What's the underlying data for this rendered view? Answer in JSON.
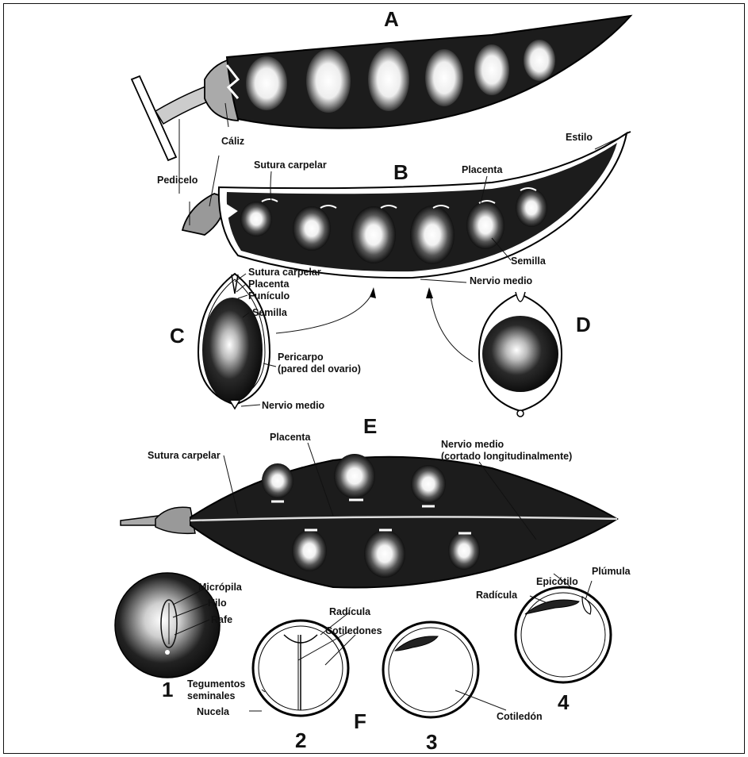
{
  "panels": {
    "A": "A",
    "B": "B",
    "C": "C",
    "D": "D",
    "E": "E",
    "F": "F",
    "n1": "1",
    "n2": "2",
    "n3": "3",
    "n4": "4"
  },
  "labels": {
    "caliz": "Cáliz",
    "pedicelo": "Pedicelo",
    "estilo": "Estilo",
    "sutura_b": "Sutura carpelar",
    "placenta_b": "Placenta",
    "semilla_b": "Semilla",
    "nervio_b": "Nervio medio",
    "sutura_c": "Sutura carpelar",
    "placenta_c": "Placenta",
    "funiculo_c": "Funículo",
    "semilla_c": "Semilla",
    "pericarpo_1": "Pericarpo",
    "pericarpo_2": "(pared del ovario)",
    "nervio_c": "Nervio medio",
    "placenta_e": "Placenta",
    "sutura_e": "Sutura carpelar",
    "nervio_e_1": "Nervio medio",
    "nervio_e_2": "(cortado   longitudinalmente)",
    "micropila": "Micrópila",
    "hilo": "Hilo",
    "rafe": "Rafe",
    "radicula_2": "Radícula",
    "cotiledones": "Cotiledones",
    "tegumentos_1": "Tegumentos",
    "tegumentos_2": "seminales",
    "nucela": "Nucela",
    "cotiledon": "Cotiledón",
    "epicotilo": "Epicótilo",
    "plumula": "Plúmula",
    "radicula_4": "Radícula"
  }
}
